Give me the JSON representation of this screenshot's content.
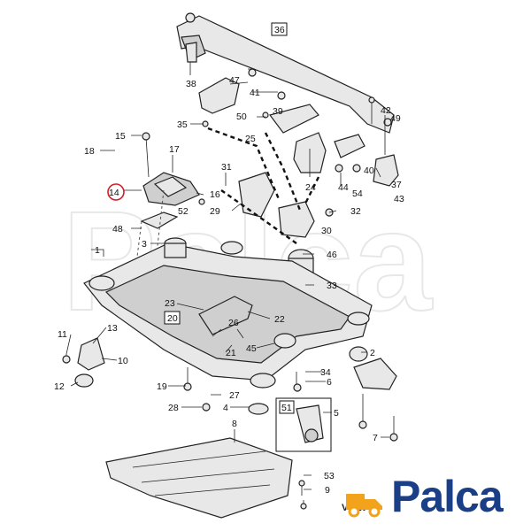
{
  "diagram": {
    "callouts": [
      "1",
      "2",
      "3",
      "4",
      "5",
      "6",
      "7",
      "8",
      "9",
      "10",
      "11",
      "12",
      "13",
      "14",
      "15",
      "16",
      "17",
      "18",
      "19",
      "20",
      "21",
      "22",
      "23",
      "24",
      "25",
      "26",
      "27",
      "28",
      "29",
      "30",
      "31",
      "32",
      "33",
      "34",
      "35",
      "36",
      "37",
      "38",
      "39",
      "40",
      "41",
      "42",
      "43",
      "44",
      "45",
      "46",
      "47",
      "48",
      "49",
      "50",
      "51",
      "52",
      "53",
      "54"
    ],
    "highlighted_callout": "14",
    "highlight_color": "#d0202a",
    "watermark": "Palca",
    "footer_text": "VOLVO"
  },
  "logo": {
    "text": "Palca",
    "color": "#1a3f86",
    "accent": "#f2a31b",
    "icon": "truck-icon"
  }
}
